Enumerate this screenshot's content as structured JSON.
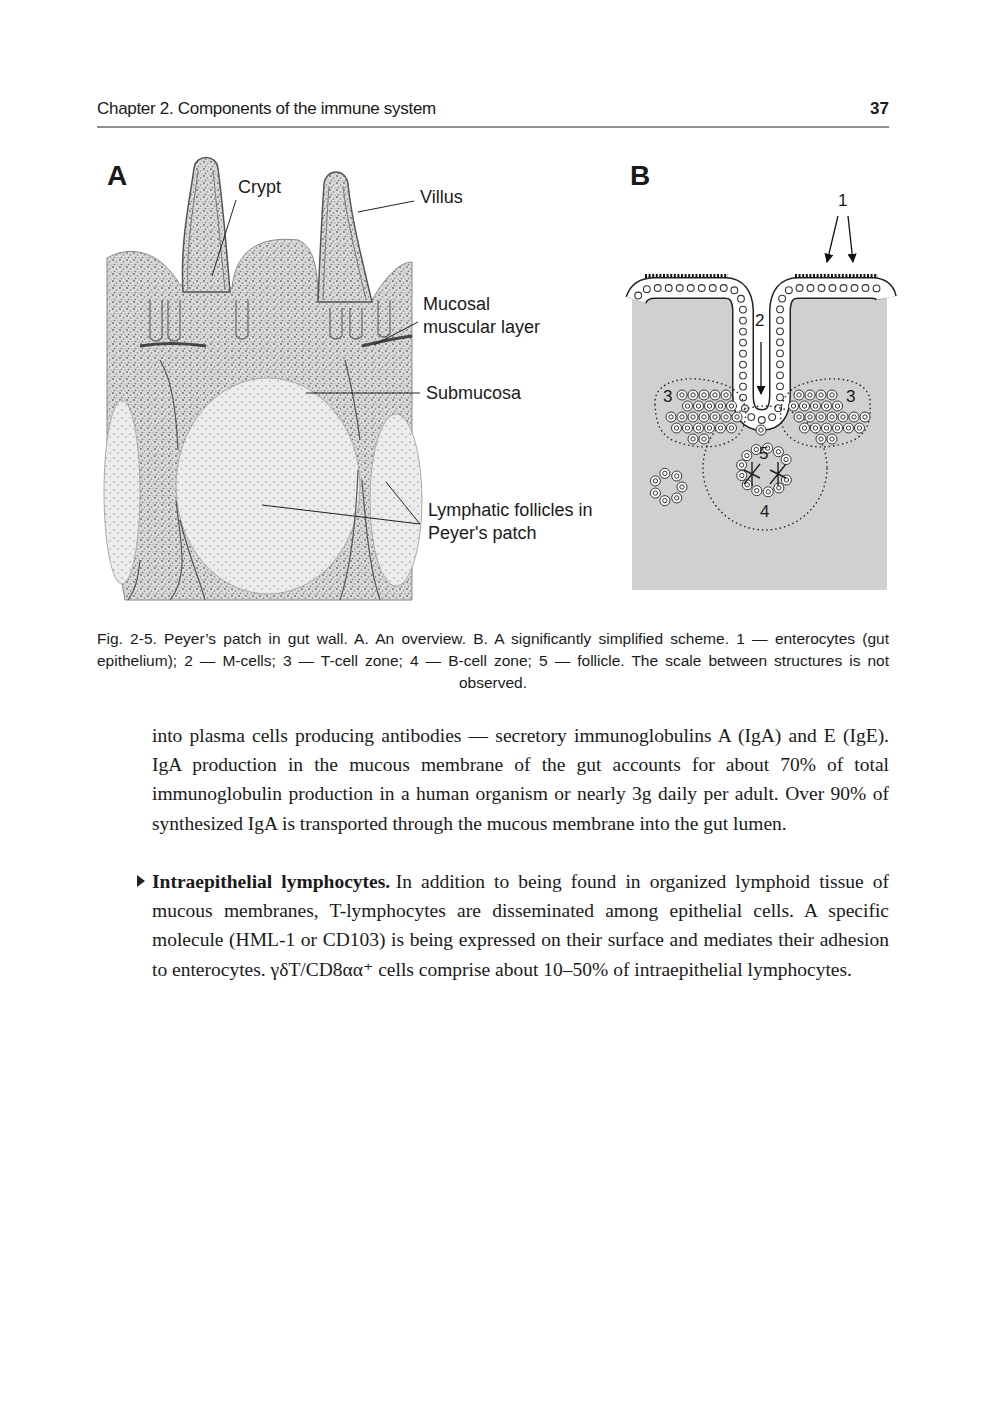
{
  "diagram": {
    "caption": "Fig. 2-5. Peyer’s patch in gut wall. A. An overview. B. A significantly simplified scheme. 1 — enterocytes (gut epithelium); 2 — M-cells; 3 — T-cell zone; 4 — B-cell zone; 5 — follicle. The scale between structures is not observed.",
    "labels": [
      "Chapter 2. Components of the immune system",
      "37",
      "A",
      "Crypt",
      "Villus",
      "Mucosal muscular layer",
      "Submucosa",
      "Lymphatic follicles in Peyer's patch",
      "B",
      "1",
      "2",
      "3",
      "3",
      "5",
      "4",
      "into plasma cells producing antibodies — secretory immunoglobulins A (IgA) and E (IgE). IgA production in the mucous membrane of the gut accounts for about 70% of total immunoglobulin production in a human organism or nearly 3g daily per adult. Over 90% of synthesized IgA is transported through the mucous membrane into the gut lumen.",
      "Intraepithelial lymphocytes.",
      "In addition to being found in organized lymphoid tissue of mucous membranes, T-lymphocytes are disseminated among epithelial cells. A specific molecule (HML-1 or CD103) is being expressed on their surface and mediates their adhesion to enterocytes. γδT/CD8αα⁺ cells comprise about 10–50% of intraepithelial lymphocytes."
    ]
  }
}
